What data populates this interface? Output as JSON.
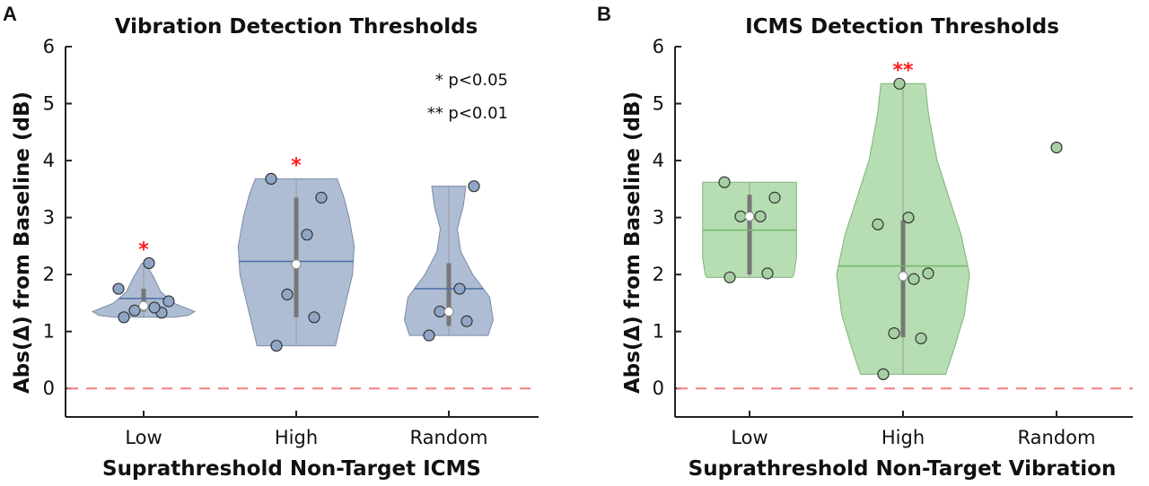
{
  "chart_data": [
    {
      "panel": "A",
      "type": "violin",
      "title": "Vibration Detection Thresholds",
      "xlabel": "Suprathreshold Non-Target ICMS",
      "ylabel": "Abs(Δ) from Baseline (dB)",
      "ylim": [
        -0.5,
        6
      ],
      "yticks": [
        "0",
        "1",
        "2",
        "3",
        "4",
        "5",
        "6"
      ],
      "reference_line": 0,
      "categories": [
        "Low",
        "High",
        "Random"
      ],
      "colors": {
        "fill": "#aebdd4",
        "edge": "#7a8ba6",
        "mean": "#4a6fa5",
        "point": "#8fa6c6"
      },
      "legend_text": [
        "* p<0.05",
        "** p<0.01"
      ],
      "groups": [
        {
          "category": "Low",
          "points": [
            1.25,
            1.33,
            1.37,
            1.42,
            1.53,
            1.75,
            2.2
          ],
          "mean": 1.58,
          "median": 1.45,
          "iqr": [
            1.35,
            1.75
          ],
          "range": [
            1.25,
            2.2
          ],
          "significance": "*"
        },
        {
          "category": "High",
          "points": [
            0.75,
            1.25,
            1.65,
            2.7,
            3.35,
            3.68
          ],
          "mean": 2.23,
          "median": 2.18,
          "iqr": [
            1.25,
            3.35
          ],
          "range": [
            0.75,
            3.68
          ],
          "significance": "*"
        },
        {
          "category": "Random",
          "points": [
            0.93,
            1.18,
            1.35,
            1.75,
            3.55
          ],
          "mean": 1.75,
          "median": 1.35,
          "iqr": [
            1.1,
            2.2
          ],
          "range": [
            0.93,
            3.55
          ],
          "significance": ""
        }
      ]
    },
    {
      "panel": "B",
      "type": "violin",
      "title": "ICMS Detection Thresholds",
      "xlabel": "Suprathreshold Non-Target Vibration",
      "ylabel": "Abs(Δ) from Baseline (dB)",
      "ylim": [
        -0.5,
        6
      ],
      "yticks": [
        "0",
        "1",
        "2",
        "3",
        "4",
        "5",
        "6"
      ],
      "reference_line": 0,
      "categories": [
        "Low",
        "High",
        "Random"
      ],
      "colors": {
        "fill": "#b7ddb3",
        "edge": "#7db37a",
        "mean": "#6cb86a",
        "point": "#a6cfa3"
      },
      "groups": [
        {
          "category": "Low",
          "points": [
            1.95,
            2.02,
            3.02,
            3.02,
            3.35,
            3.62
          ],
          "mean": 2.78,
          "median": 3.02,
          "iqr": [
            2.0,
            3.4
          ],
          "range": [
            1.95,
            3.62
          ],
          "significance": ""
        },
        {
          "category": "High",
          "points": [
            0.25,
            0.88,
            0.97,
            1.92,
            2.02,
            2.88,
            3.0,
            5.35
          ],
          "mean": 2.15,
          "median": 1.97,
          "iqr": [
            0.9,
            2.95
          ],
          "range": [
            0.25,
            5.35
          ],
          "significance": "**"
        },
        {
          "category": "Random",
          "points": [
            4.23
          ],
          "significance": ""
        }
      ]
    }
  ]
}
